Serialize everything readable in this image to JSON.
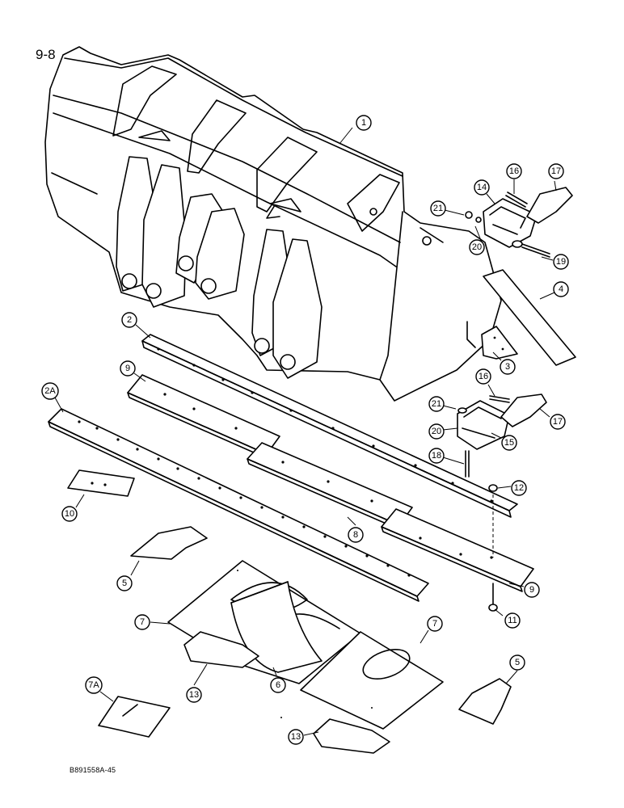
{
  "page_label": "9-8",
  "figure_code": "B891558A-45",
  "callouts": [
    "1",
    "2",
    "2A",
    "3",
    "4",
    "5",
    "5",
    "6",
    "7",
    "7",
    "7A",
    "8",
    "9",
    "9",
    "10",
    "11",
    "12",
    "13",
    "13",
    "14",
    "15",
    "16",
    "16",
    "17",
    "17",
    "18",
    "19",
    "20",
    "20",
    "21",
    "21"
  ]
}
